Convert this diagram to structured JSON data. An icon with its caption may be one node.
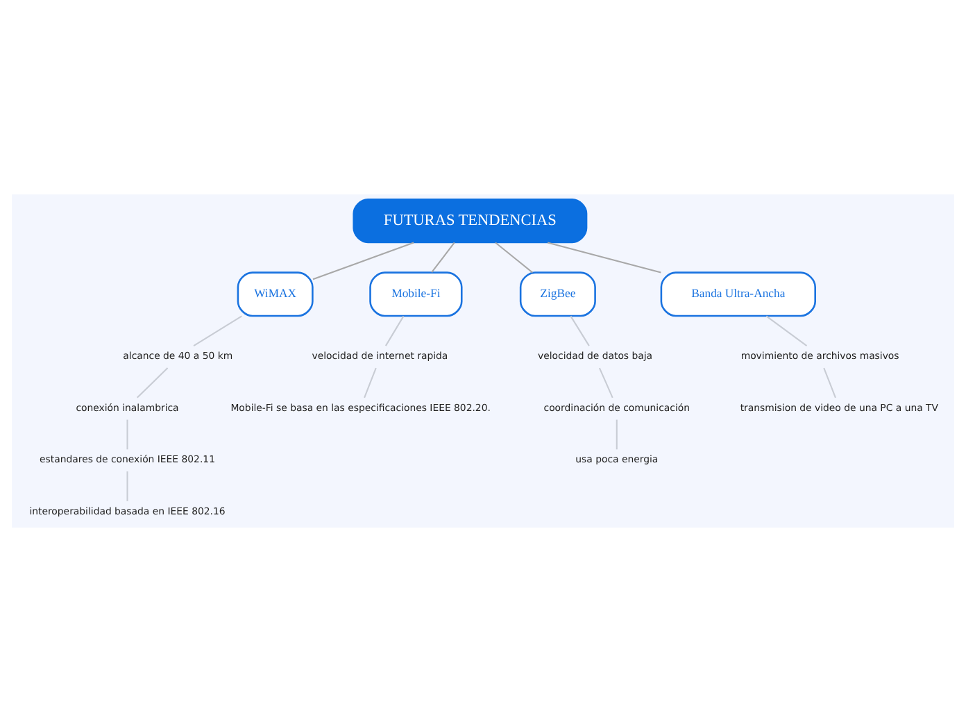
{
  "diagram": {
    "nodes": [
      {
        "text": [
          "FUTURAS TENDENCIAS"
        ]
      },
      {
        "text": [
          "WiMAX"
        ]
      },
      {
        "text": [
          "alcance de 40 a 50 km"
        ]
      },
      {
        "text": [
          "conexión inalambrica"
        ]
      },
      {
        "text": [
          "estandares de conexión IEEE 802.11"
        ]
      },
      {
        "text": [
          "interoperabilidad basada en IEEE 802.16"
        ]
      },
      {
        "text": [
          "Mobile-Fi"
        ]
      },
      {
        "text": [
          "velocidad de internet rapida"
        ]
      },
      {
        "text": [
          "Mobile-Fi se basa en las especificaciones IEEE 802.20."
        ]
      },
      {
        "text": [
          "ZigBee"
        ]
      },
      {
        "text": [
          "velocidad de datos baja"
        ]
      },
      {
        "text": [
          "coordinación de comunicación"
        ]
      },
      {
        "text": [
          "usa poca energia"
        ]
      },
      {
        "text": [
          "Banda Ultra-Ancha"
        ]
      },
      {
        "text": [
          "movimiento de archivos masivos"
        ]
      },
      {
        "text": [
          "transmision de video de una PC a una TV"
        ]
      }
    ],
    "edges": [
      {
        "from": 0,
        "to": 1,
        "arrow": "none",
        "color": "#a8a8a8"
      },
      {
        "from": 1,
        "to": 2,
        "arrow": "none"
      },
      {
        "from": 2,
        "to": 3,
        "arrow": "none"
      },
      {
        "from": 3,
        "to": 4,
        "arrow": "none"
      },
      {
        "from": 4,
        "to": 5,
        "arrow": "none"
      },
      {
        "from": 0,
        "to": 6,
        "arrow": "none",
        "color": "#a8a8a8"
      },
      {
        "from": 6,
        "to": 7,
        "arrow": "none"
      },
      {
        "from": 7,
        "to": 8,
        "arrow": "none"
      },
      {
        "from": 0,
        "to": 9,
        "arrow": "none",
        "color": "#a8a8a8"
      },
      {
        "from": 9,
        "to": 10,
        "arrow": "none"
      },
      {
        "from": 10,
        "to": 11,
        "arrow": "none"
      },
      {
        "from": 11,
        "to": 12,
        "arrow": "none"
      },
      {
        "from": 0,
        "to": 13,
        "arrow": "none",
        "color": "#a8a8a8"
      },
      {
        "from": 13,
        "to": 14,
        "arrow": "none"
      },
      {
        "from": 14,
        "to": 15,
        "arrow": "none"
      }
    ]
  }
}
